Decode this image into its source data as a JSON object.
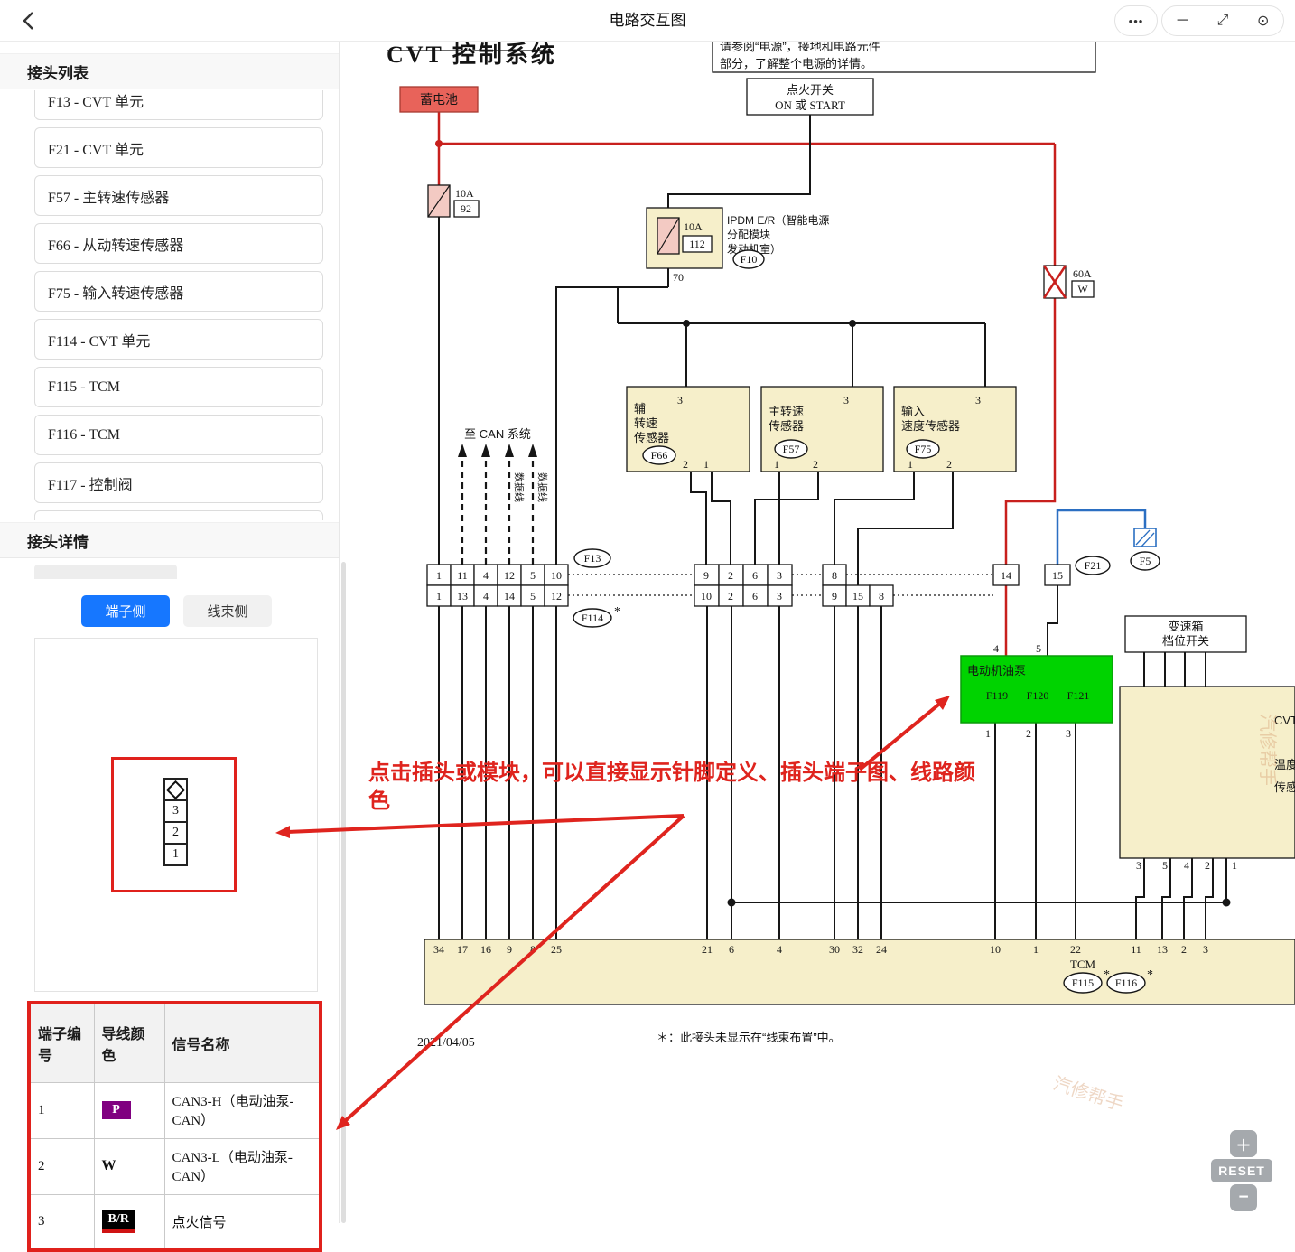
{
  "topbar": {
    "title": "电路交互图",
    "overflow_icon": "•••",
    "minimize_icon": "─",
    "fullscreen_icon": "⤢",
    "record_icon": "⊙"
  },
  "sidebar": {
    "list_title": "接头列表",
    "items": [
      "F13 - CVT 单元",
      "F21 - CVT 单元",
      "F57 - 主转速传感器",
      "F66 - 从动转速传感器",
      "F75 - 输入转速传感器",
      "F114 - CVT 单元",
      "F115 - TCM",
      "F116 - TCM",
      "F117 - 控制阀"
    ],
    "detail_title": "接头详情",
    "tabs": {
      "terminal": "端子侧",
      "harness": "线束侧"
    },
    "connector_pins": [
      "3",
      "2",
      "1"
    ],
    "table": {
      "headers": [
        "端子编号",
        "导线颜色",
        "信号名称"
      ],
      "rows": [
        {
          "no": "1",
          "color": "P",
          "signal": "CAN3-H（电动油泵-CAN）"
        },
        {
          "no": "2",
          "color": "W",
          "signal": "CAN3-L（电动油泵-CAN）"
        },
        {
          "no": "3",
          "color": "B/R",
          "signal": "点火信号"
        }
      ]
    }
  },
  "diagram": {
    "title": "CVT 控制系统",
    "note_line1": "请参阅“电源”，接地和电路元件",
    "note_line2": "部分，了解整个电源的详情。",
    "battery": "蓄电池",
    "ignition_line1": "点火开关",
    "ignition_line2": "ON 或 START",
    "fuse1_amp": "10A",
    "fuse1_num": "92",
    "fuse2_amp": "10A",
    "fuse2_num": "112",
    "fuse3_amp": "60A",
    "fuse3_num": "W",
    "ipdm_line1": "IPDM E/R（智能电源",
    "ipdm_line2": "分配模块",
    "ipdm_line3": "发动机室）",
    "ipdm_pin": "70",
    "f10": "F10",
    "can_label": "至 CAN 系统",
    "data_line": "数据线",
    "f66": {
      "l1": "辅",
      "l2": "转速",
      "l3": "传感器",
      "oval": "F66",
      "pin_top": "3",
      "pb1": "2",
      "pb2": "1"
    },
    "f57": {
      "l1": "主转速",
      "l2": "传感器",
      "oval": "F57",
      "pin_top": "3",
      "pb1": "1",
      "pb2": "2"
    },
    "f75": {
      "l1": "输入",
      "l2": "速度传感器",
      "oval": "F75",
      "pin_top": "3",
      "pb1": "1",
      "pb2": "2"
    },
    "f13": "F13",
    "f114": "F114",
    "star": "*",
    "rowA_top": [
      "1",
      "11",
      "4",
      "12",
      "5",
      "10"
    ],
    "rowA_bottom": [
      "1",
      "13",
      "4",
      "14",
      "5",
      "12"
    ],
    "rowB_top": [
      "9",
      "2",
      "6",
      "3"
    ],
    "rowB_bottom": [
      "10",
      "2",
      "6",
      "3"
    ],
    "rowC_top": [
      "8"
    ],
    "rowC_bottom": [
      "9",
      "15",
      "8"
    ],
    "rowD": [
      "14",
      "15"
    ],
    "f21": "F21",
    "f5": "F5",
    "pump": {
      "title": "电动机油泵",
      "c1": "F119",
      "c2": "F120",
      "c3": "F121",
      "pt1": "4",
      "pt2": "5",
      "pb1": "1",
      "pb2": "2",
      "pb3": "3"
    },
    "gear_line1": "变速箱",
    "gear_line2": "档位开关",
    "right_box_l1": "CVT",
    "right_box_l2": "温度",
    "right_box_l3": "传感器",
    "right_box_pins": [
      "3",
      "5",
      "4",
      "2",
      "1"
    ],
    "tcm": "TCM",
    "f115": "F115",
    "f116": "F116",
    "tcm_pins": [
      "34",
      "17",
      "16",
      "9",
      "8",
      "25",
      "21",
      "6",
      "4",
      "30",
      "32",
      "24",
      "10",
      "1",
      "22",
      "11",
      "13",
      "2",
      "3"
    ],
    "date": "2021/04/05",
    "footnote": "＊：此接头未显示在“线束布置”中。",
    "annotation_line1": "点击插头或模块，可以直接显示针脚定义、插头端子图、线路颜",
    "annotation_line2": "色",
    "watermark": "汽修帮手"
  },
  "controls": {
    "plus": "＋",
    "reset": "RESET",
    "minus": "−"
  }
}
